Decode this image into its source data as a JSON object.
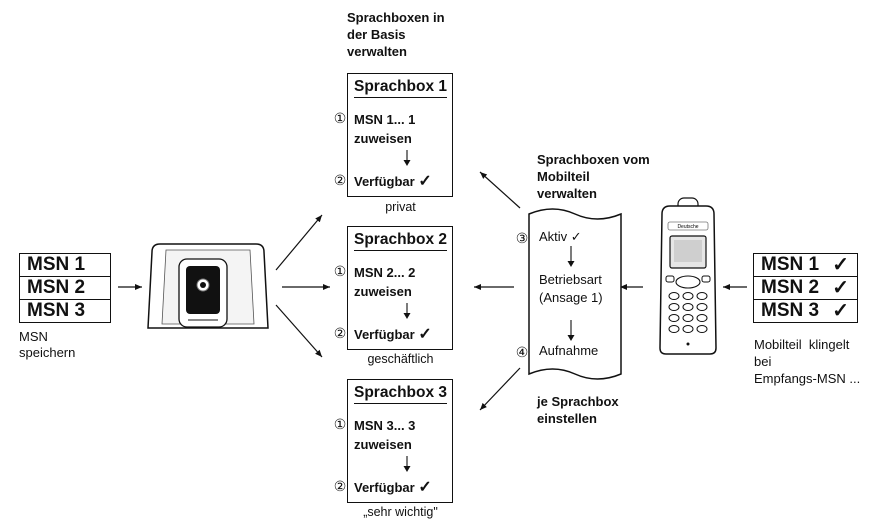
{
  "left_msn": {
    "rows": [
      "MSN 1",
      "MSN 2",
      "MSN 3"
    ],
    "caption_line1": "MSN",
    "caption_line2": "speichern"
  },
  "top_heading": [
    "Sprachboxen in",
    "der Basis",
    "verwalten"
  ],
  "cards": [
    {
      "title": "Sprachbox 1",
      "assign_line1": "MSN 1...  1",
      "assign_line2": "zuweisen",
      "available": "Verfügbar",
      "check": "✓",
      "caption": "privat"
    },
    {
      "title": "Sprachbox 2",
      "assign_line1": "MSN 2...  2",
      "assign_line2": "zuweisen",
      "available": "Verfügbar",
      "check": "✓",
      "caption": "geschäftlich"
    },
    {
      "title": "Sprachbox 3",
      "assign_line1": "MSN 3...  3",
      "assign_line2": "zuweisen",
      "available": "Verfügbar",
      "check": "✓",
      "caption": "„sehr wichtig\""
    }
  ],
  "step_numbers": {
    "one": "①",
    "two": "②",
    "three": "③",
    "four": "④"
  },
  "handset_heading": [
    "Sprachboxen vom",
    "Mobilteil",
    "verwalten"
  ],
  "scroll": {
    "aktiv": "Aktiv ✓",
    "betriebsart": "Betriebsart",
    "ansage": "(Ansage 1)",
    "aufnahme": "Aufnahme"
  },
  "bottom_heading": [
    "je Sprachbox",
    "einstellen"
  ],
  "handset_brand": "Deutsche",
  "right_msn": {
    "rows": [
      "MSN 1",
      "MSN 2",
      "MSN 3"
    ],
    "check": "✓",
    "caption": [
      "Mobilteil  klingelt",
      "bei",
      "Empfangs-MSN ..."
    ]
  }
}
